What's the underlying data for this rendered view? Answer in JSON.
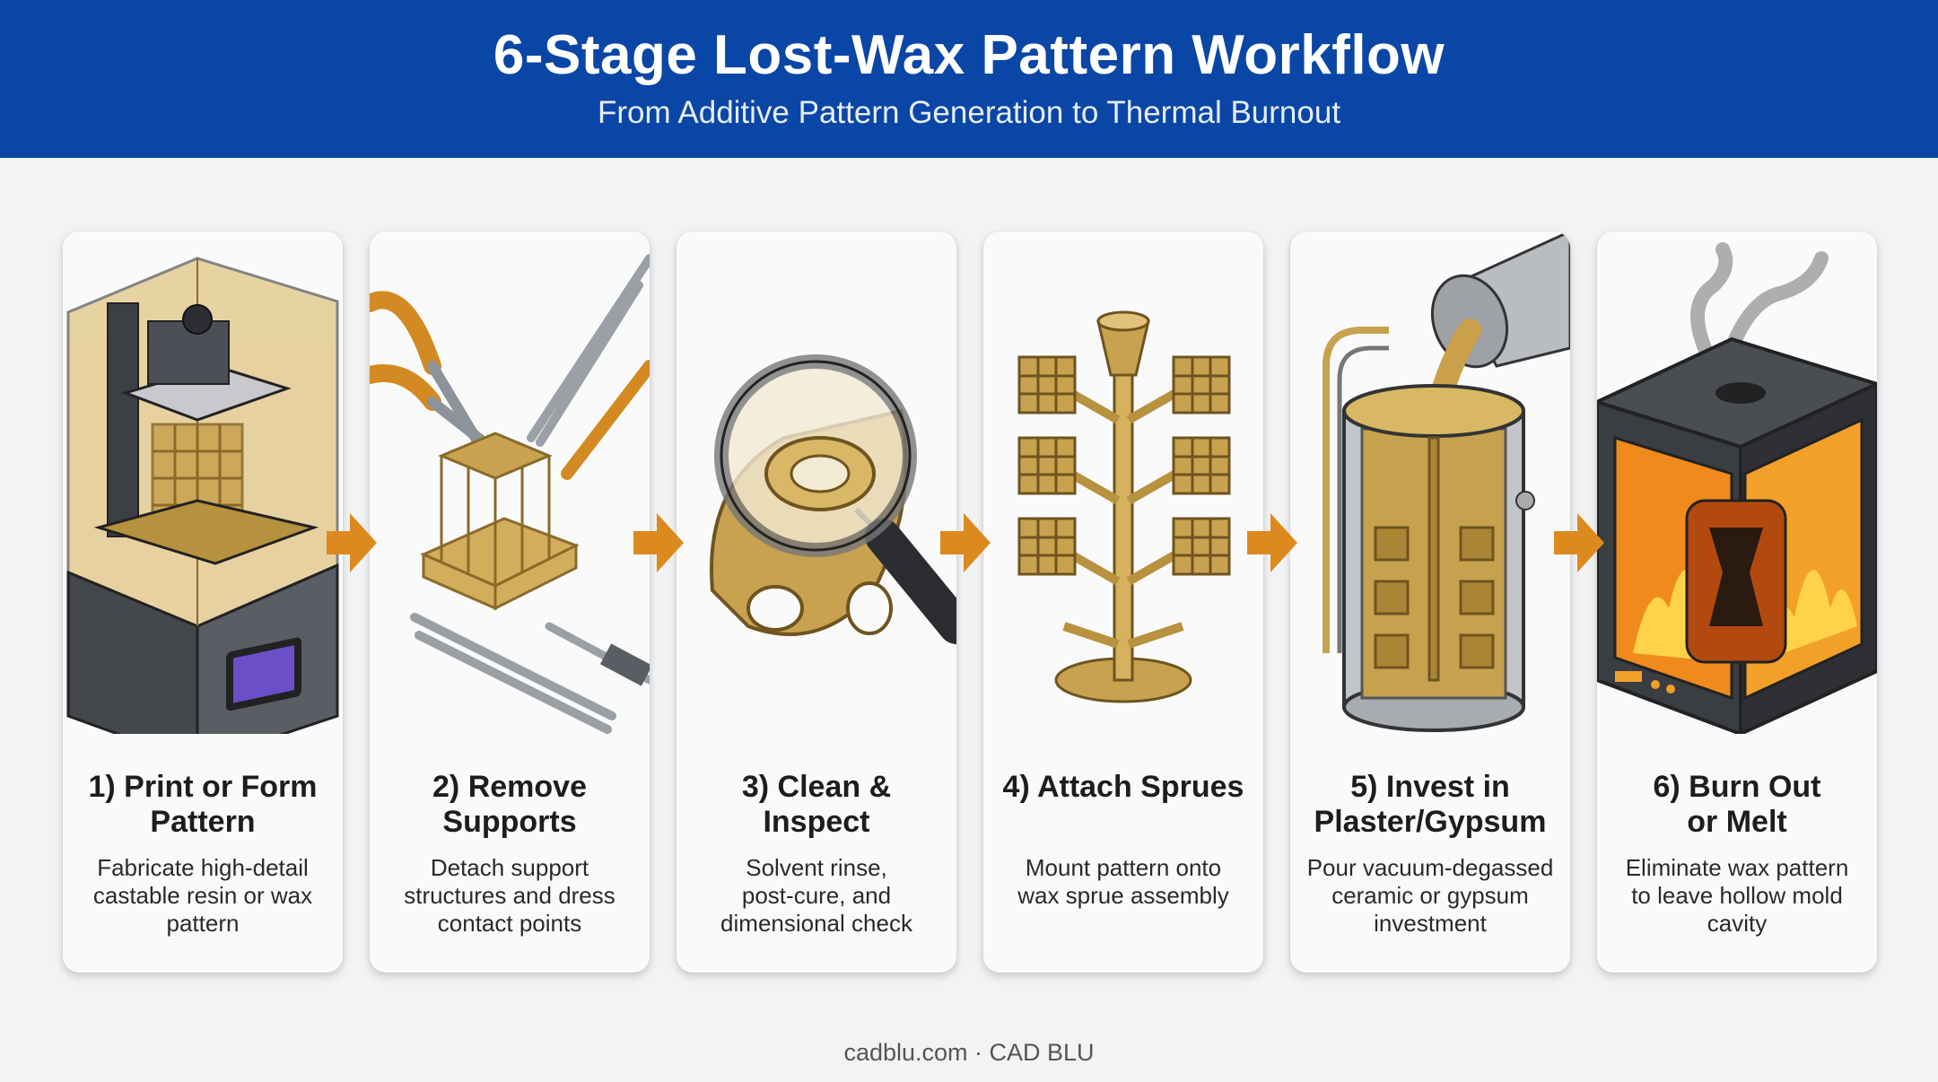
{
  "header": {
    "title": "6-Stage Lost-Wax Pattern Workflow",
    "subtitle": "From Additive Pattern Generation to Thermal Burnout"
  },
  "stages": [
    {
      "title_line1": "1) Print or Form",
      "title_line2": "Pattern",
      "desc_line1": "Fabricate high-detail",
      "desc_line2": "castable resin or wax",
      "desc_line3": "pattern",
      "icon": "resin-3d-printer"
    },
    {
      "title_line1": "2) Remove",
      "title_line2": "Supports",
      "desc_line1": "Detach support",
      "desc_line2": "structures and dress",
      "desc_line3": "contact points",
      "icon": "pliers-and-tweezers"
    },
    {
      "title_line1": "3) Clean &",
      "title_line2": "Inspect",
      "desc_line1": "Solvent rinse,",
      "desc_line2": "post-cure, and",
      "desc_line3": "dimensional check",
      "icon": "magnifying-glass-ring"
    },
    {
      "title_line1": "4) Attach Sprues",
      "title_line2": "",
      "desc_line1": "Mount pattern onto",
      "desc_line2": "wax sprue assembly",
      "desc_line3": "",
      "icon": "sprue-tree"
    },
    {
      "title_line1": "5) Invest in",
      "title_line2": "Plaster/Gypsum",
      "desc_line1": "Pour vacuum-degassed",
      "desc_line2": "ceramic or gypsum",
      "desc_line3": "investment",
      "icon": "investment-flask"
    },
    {
      "title_line1": "6) Burn Out",
      "title_line2": "or Melt",
      "desc_line1": "Eliminate wax pattern",
      "desc_line2": "to leave hollow mold",
      "desc_line3": "cavity",
      "icon": "burnout-furnace"
    }
  ],
  "footer": "cadblu.com · CAD BLU",
  "colors": {
    "header": "#0a46a6",
    "arrow": "#dc8a1e",
    "gold": "#c9a24f",
    "background": "#f2f3f5"
  }
}
